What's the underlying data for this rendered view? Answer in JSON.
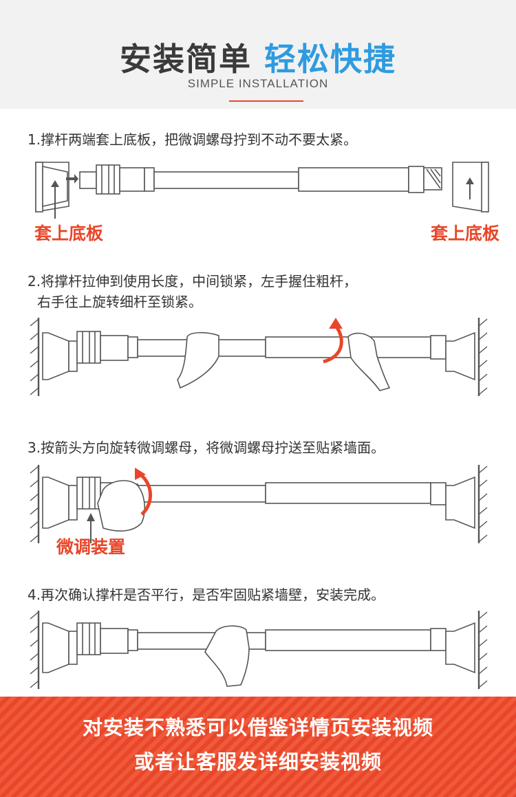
{
  "header": {
    "title_part1": "安装简单",
    "title_part2": "轻松快捷",
    "subtitle": "SIMPLE INSTALLATION"
  },
  "steps": [
    {
      "line1": "1.撑杆两端套上底板，把微调螺母拧到不动不要太紧。"
    },
    {
      "line1": "2.将撑杆拉伸到使用长度，中间锁紧，左手握住粗杆，",
      "line2": "右手往上旋转细杆至锁紧。"
    },
    {
      "line1": "3.按箭头方向旋转微调螺母，将微调螺母拧送至贴紧墙面。"
    },
    {
      "line1": "4.再次确认撑杆是否平行，是否牢固贴紧墙壁，安装完成。"
    }
  ],
  "labels": {
    "base_left": "套上底板",
    "base_right": "套上底板",
    "fine_tune": "微调装置"
  },
  "footer": {
    "line1": "对安装不熟悉可以借鉴详情页安装视频",
    "line2": "或者让客服发详细安装视频"
  },
  "colors": {
    "accent_blue": "#2e9be0",
    "accent_red": "#e8462a",
    "header_bg": "#f2f2f2"
  }
}
